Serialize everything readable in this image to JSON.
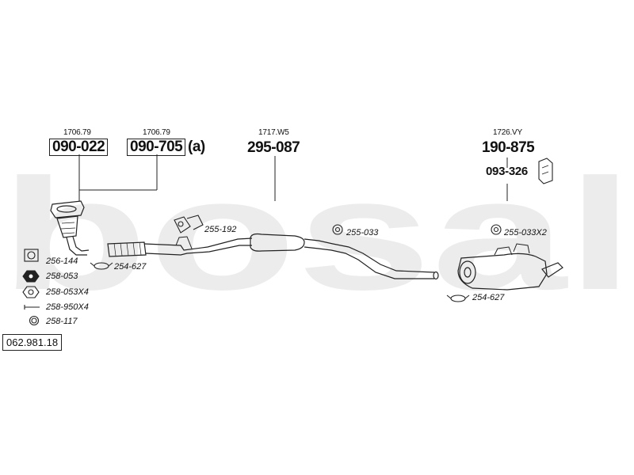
{
  "watermark": {
    "text": "bosal",
    "color": "#dcdcdc"
  },
  "document_id": "062.981.18",
  "parts": [
    {
      "ref": "1706.79",
      "number": "090-022",
      "suffix": ""
    },
    {
      "ref": "1706.79",
      "number": "090-705",
      "suffix": "(a)"
    },
    {
      "ref": "1717.W5",
      "number": "295-087",
      "suffix": ""
    },
    {
      "ref": "1726.VY",
      "number": "190-875",
      "suffix": ""
    }
  ],
  "bracket_part": "093-326",
  "fittings": {
    "f255_192": "255-192",
    "f255_033": "255-033",
    "f255_033x2": "255-033X2",
    "f254_627_front": "254-627",
    "f254_627_rear": "254-627"
  },
  "legend": [
    {
      "code": "256-144",
      "icon": "gasket-square-icon"
    },
    {
      "code": "258-053",
      "icon": "hex-nut-icon"
    },
    {
      "code": "258-053X4",
      "icon": "hex-nut-icon"
    },
    {
      "code": "258-950X4",
      "icon": "bolt-icon"
    },
    {
      "code": "258-117",
      "icon": "ring-gasket-icon"
    }
  ]
}
